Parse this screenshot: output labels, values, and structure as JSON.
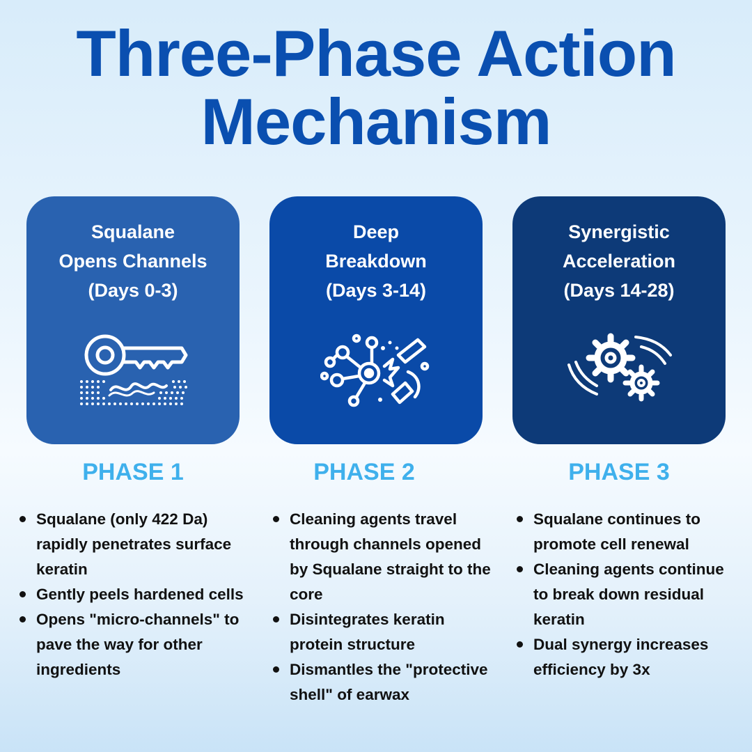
{
  "title": {
    "line1": "Three-Phase Action",
    "line2": "Mechanism"
  },
  "colors": {
    "title": "#0a4fb0",
    "phase_label": "#3fb0ec",
    "card1": "#2962b0",
    "card2": "#0a4aa8",
    "card3": "#0d3a78"
  },
  "phases": [
    {
      "card_title": [
        "Squalane",
        "Opens Channels",
        "(Days 0-3)"
      ],
      "icon": "key-icon",
      "label": "PHASE 1",
      "bullets": [
        "Squalane (only 422 Da) rapidly penetrates surface keratin",
        "Gently peels hardened cells",
        "Opens \"micro-channels\" to pave the way for other ingredients"
      ]
    },
    {
      "card_title": [
        "Deep",
        "Breakdown",
        "(Days 3-14)"
      ],
      "icon": "molecule-breakdown-icon",
      "label": "PHASE 2",
      "bullets": [
        "Cleaning agents travel through channels opened by Squalane straight to the core",
        "Disintegrates keratin protein structure",
        "Dismantles the \"protective shell\" of earwax"
      ]
    },
    {
      "card_title": [
        "Synergistic",
        "Acceleration",
        "(Days 14-28)"
      ],
      "icon": "gears-icon",
      "label": "PHASE 3",
      "bullets": [
        "Squalane continues to promote cell renewal",
        "Cleaning agents continue to break down residual keratin",
        "Dual synergy increases efficiency by 3x"
      ]
    }
  ]
}
